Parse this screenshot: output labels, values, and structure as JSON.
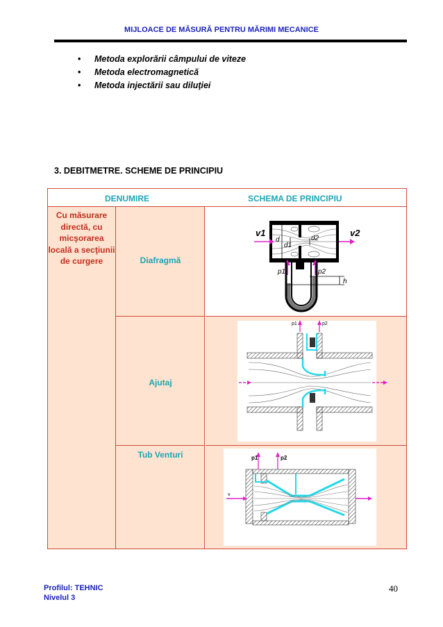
{
  "header": {
    "title": "MIJLOACE DE MĂSURĂ PENTRU MĂRIMI MECANICE"
  },
  "bullets": [
    "Metoda explorării câmpului de viteze",
    "Metoda electromagnetică",
    "Metoda injectării sau diluţiei"
  ],
  "section": {
    "title": "3. DEBITMETRE. SCHEME DE PRINCIPIU"
  },
  "table": {
    "headers": {
      "name": "DENUMIRE",
      "schema": "SCHEMA DE PRINCIPIU"
    },
    "group_label": "Cu măsurare directă, cu micşorarea locală a secţiunii de curgere",
    "rows": [
      {
        "name": "Diafragmă",
        "labels": {
          "v1": "v1",
          "v2": "v2",
          "d": "d",
          "d1": "d1",
          "d2": "d2",
          "p1": "p1",
          "p2": "p2",
          "h": "h"
        }
      },
      {
        "name": "Ajutaj",
        "labels": {
          "p1": "p1",
          "p2": "p2"
        }
      },
      {
        "name": "Tub Venturi",
        "labels": {
          "p1": "p1",
          "p2": "p2",
          "v": "v"
        }
      }
    ]
  },
  "footer": {
    "profile": "Profilul: TEHNIC",
    "level": "Nivelul 3",
    "page": "40"
  },
  "colors": {
    "header_blue": "#1a22b8",
    "teal": "#1ca5b4",
    "cell_bg": "#fde3d0",
    "border": "#d04a3a",
    "magenta": "#e020c8",
    "cyan": "#22d8e8"
  }
}
